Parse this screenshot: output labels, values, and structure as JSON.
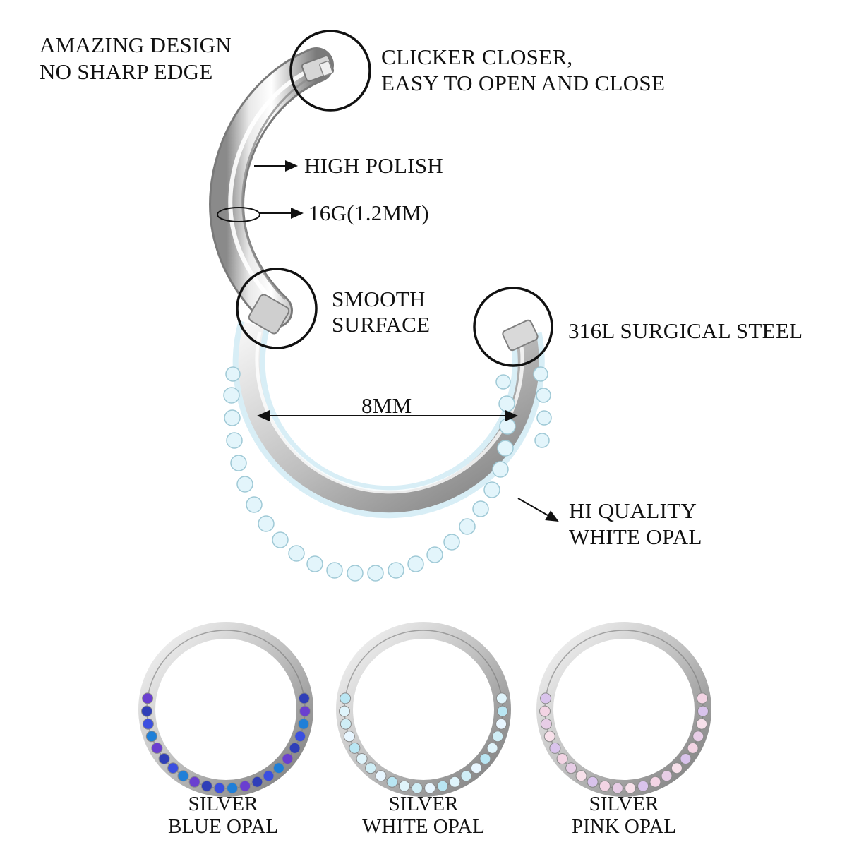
{
  "callouts": {
    "design_line1": "AMAZING DESIGN",
    "design_line2": "NO SHARP EDGE",
    "clicker_line1": "CLICKER CLOSER,",
    "clicker_line2": "EASY TO OPEN AND CLOSE",
    "polish": "HIGH POLISH",
    "gauge": "16G(1.2MM)",
    "smooth_line1": "SMOOTH",
    "smooth_line2": "SURFACE",
    "steel": "316L SURGICAL STEEL",
    "diameter": "8MM",
    "opal_line1": "HI QUALITY",
    "opal_line2": "WHITE OPAL"
  },
  "variants": [
    {
      "line1": "SILVER",
      "line2": "BLUE OPAL",
      "stone_colors": [
        "#2f3fb8",
        "#6a3fd0",
        "#1f7fd8",
        "#3b4fe0"
      ]
    },
    {
      "line1": "SILVER",
      "line2": "WHITE OPAL",
      "stone_colors": [
        "#dff4fb",
        "#b9e6f3",
        "#e8f6ff",
        "#cfeef6"
      ]
    },
    {
      "line1": "SILVER",
      "line2": "PINK OPAL",
      "stone_colors": [
        "#f3d4e4",
        "#d9c3ec",
        "#f7e0ea",
        "#e7cde6"
      ]
    }
  ],
  "colors": {
    "metal_light": "#f4f4f4",
    "metal_mid": "#c9c9c9",
    "metal_dark": "#8a8a8a",
    "white_opal": "#d8f0f7",
    "ink": "#111111"
  },
  "icons": [
    "detail-circle",
    "arrow-right",
    "double-arrow"
  ]
}
